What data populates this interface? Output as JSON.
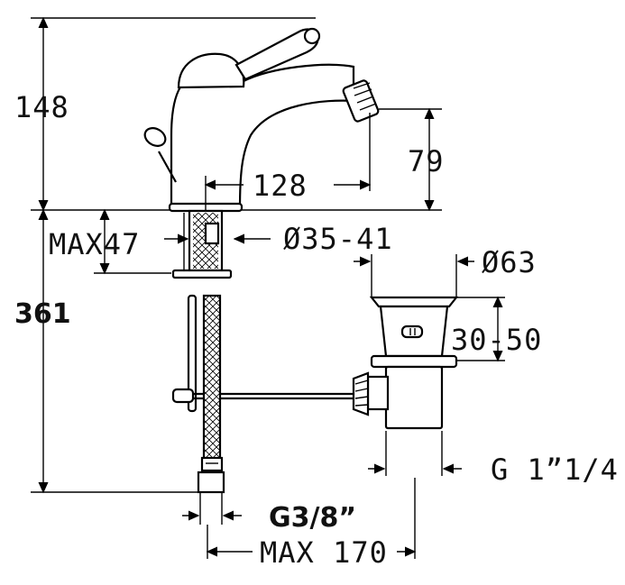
{
  "dimensions": {
    "overall_height": "148",
    "spout_height": "79",
    "spout_reach": "128",
    "max_deck_thickness": "MAX47",
    "hole_diameter": "Ø35-41",
    "total_height": "361",
    "waste_diameter": "Ø63",
    "waste_adjust": "30-50",
    "waste_thread": "G 1”1/4",
    "supply_thread": "G3/8”",
    "max_distance": "MAX 170"
  },
  "colors": {
    "line": "#000000",
    "background": "#ffffff"
  }
}
